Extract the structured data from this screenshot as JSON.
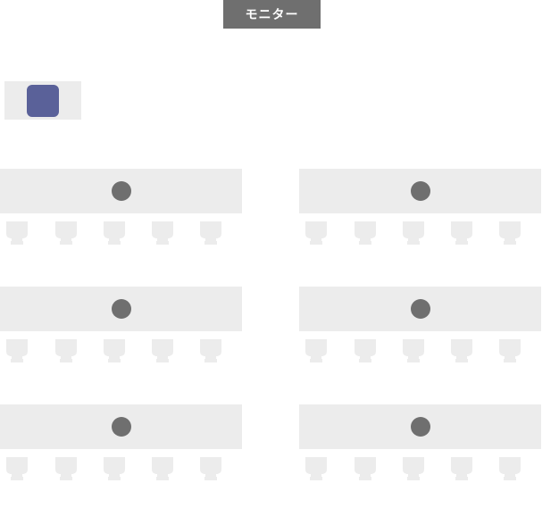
{
  "monitor": {
    "label": "モニター"
  },
  "colors": {
    "monitor_bg": "#6f6f6f",
    "table_bg": "#ececec",
    "table_dot": "#6f6f6f",
    "presenter_seat": "#5a6199",
    "chair": "#ececec"
  },
  "icons": {
    "chair": "chair-icon",
    "table_marker": "table-marker-icon",
    "presenter_seat": "presenter-seat-icon"
  },
  "layout_counts": {
    "table_rows": 3,
    "table_columns": 2,
    "chairs_per_table": 5
  }
}
